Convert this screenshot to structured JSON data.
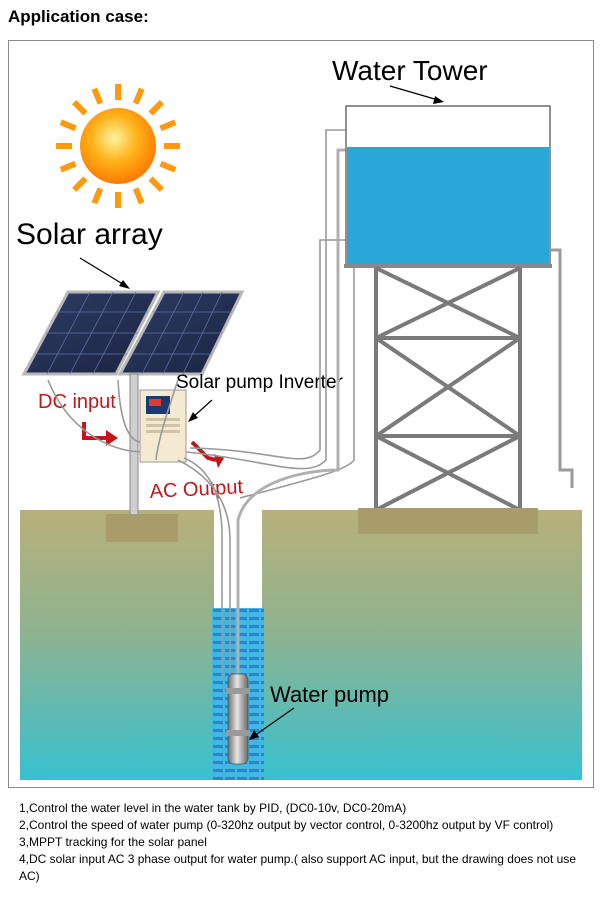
{
  "header": {
    "title": "Application case:"
  },
  "diagram": {
    "labels": {
      "water_tower": "Water Tower",
      "solar_array": "Solar array",
      "inverter": "Solar pump Inverter",
      "dc_input": "DC input",
      "ac_output": "AC Output",
      "water_pump": "Water pump"
    },
    "colors": {
      "sky": "#ffffff",
      "water_fill": "#2aa7d8",
      "ground_top": "#b9b27c",
      "ground_bottom": "#3cc0cf",
      "arrow_red": "#c0171b",
      "frame": "#8a8a8a"
    },
    "icons": [
      "sun-icon",
      "solar-panel-icon",
      "inverter-icon",
      "water-tower-icon",
      "pump-icon"
    ]
  },
  "notes": [
    "1,Control the water level in the water tank by PID, (DC0-10v, DC0-20mA)",
    "2,Control the speed of water pump (0-320hz output by vector control, 0-3200hz output by VF control)",
    "3,MPPT tracking for the solar panel",
    "4,DC solar input AC 3 phase output for water pump.( also support AC input, but the drawing does not use AC)"
  ]
}
